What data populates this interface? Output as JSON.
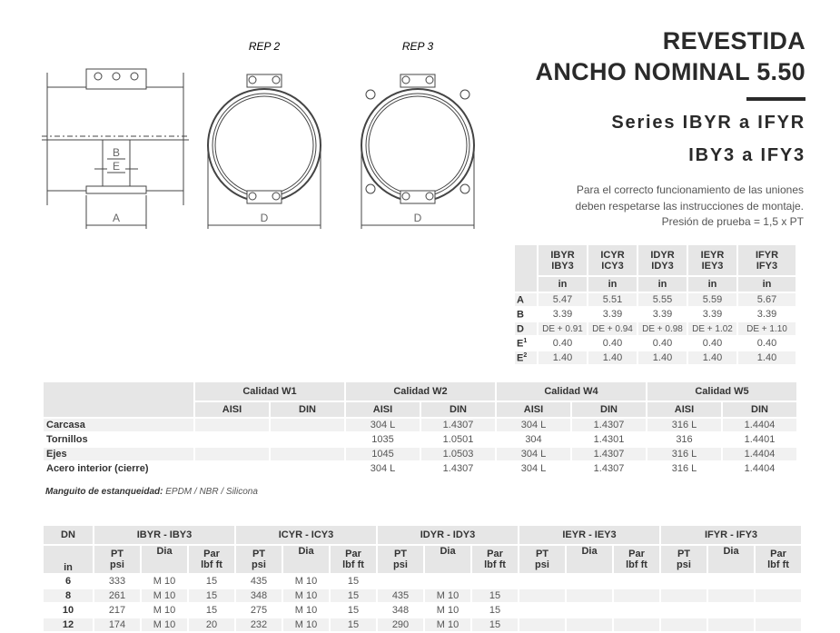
{
  "header": {
    "title_line1": "REVESTIDA",
    "title_line2": "ANCHO NOMINAL 5.50",
    "series_line1": "Series IBYR a IFYR",
    "series_line2": "IBY3 a IFY3",
    "note_lines": [
      "Para el correcto funcionamiento de las uniones",
      "deben respetarse las instrucciones de montaje.",
      "Presión de prueba = 1,5 x PT"
    ]
  },
  "drawing": {
    "rep2": "REP 2",
    "rep3": "REP 3",
    "label_a": "A",
    "label_b": "B",
    "label_e": "E",
    "label_d1": "D",
    "label_d2": "D"
  },
  "dimensions": {
    "models": [
      {
        "line1": "IBYR",
        "line2": "IBY3"
      },
      {
        "line1": "ICYR",
        "line2": "ICY3"
      },
      {
        "line1": "IDYR",
        "line2": "IDY3"
      },
      {
        "line1": "IEYR",
        "line2": "IEY3"
      },
      {
        "line1": "IFYR",
        "line2": "IFY3"
      }
    ],
    "unit": "in",
    "rows": [
      {
        "label": "A",
        "sup": "",
        "values": [
          "5.47",
          "5.51",
          "5.55",
          "5.59",
          "5.67"
        ]
      },
      {
        "label": "B",
        "sup": "",
        "values": [
          "3.39",
          "3.39",
          "3.39",
          "3.39",
          "3.39"
        ]
      },
      {
        "label": "D",
        "sup": "",
        "values": [
          "DE + 0.91",
          "DE + 0.94",
          "DE + 0.98",
          "DE + 1.02",
          "DE + 1.10"
        ]
      },
      {
        "label": "E",
        "sup": "1",
        "values": [
          "0.40",
          "0.40",
          "0.40",
          "0.40",
          "0.40"
        ]
      },
      {
        "label": "E",
        "sup": "2",
        "values": [
          "1.40",
          "1.40",
          "1.40",
          "1.40",
          "1.40"
        ]
      }
    ]
  },
  "materials": {
    "qualities": [
      "Calidad W1",
      "Calidad W2",
      "Calidad W4",
      "Calidad W5"
    ],
    "sub_headers": [
      "AISI",
      "DIN"
    ],
    "rows": [
      {
        "label": "Carcasa",
        "values": [
          "",
          "",
          "304 L",
          "1.4307",
          "304 L",
          "1.4307",
          "316 L",
          "1.4404"
        ]
      },
      {
        "label": "Tornillos",
        "values": [
          "",
          "",
          "1035",
          "1.0501",
          "304",
          "1.4301",
          "316",
          "1.4401"
        ]
      },
      {
        "label": "Ejes",
        "values": [
          "",
          "",
          "1045",
          "1.0503",
          "304 L",
          "1.4307",
          "316 L",
          "1.4404"
        ]
      },
      {
        "label": "Acero interior (cierre)",
        "values": [
          "",
          "",
          "304 L",
          "1.4307",
          "304 L",
          "1.4307",
          "316 L",
          "1.4404"
        ]
      }
    ],
    "sleeve_label": "Manguito de estanqueidad:",
    "sleeve_value": "EPDM / NBR / Silicona"
  },
  "dn_table": {
    "dn_header": "DN",
    "dn_unit": "in",
    "groups": [
      "IBYR - IBY3",
      "ICYR - ICY3",
      "IDYR - IDY3",
      "IEYR - IEY3",
      "IFYR - IFY3"
    ],
    "cols": [
      {
        "l1": "PT",
        "l2": "psi"
      },
      {
        "l1": "Dia",
        "l2": ""
      },
      {
        "l1": "Par",
        "l2": "lbf ft"
      }
    ],
    "rows": [
      {
        "dn": "6",
        "values": [
          "333",
          "M 10",
          "15",
          "435",
          "M 10",
          "15",
          "",
          "",
          "",
          "",
          "",
          "",
          "",
          "",
          ""
        ]
      },
      {
        "dn": "8",
        "values": [
          "261",
          "M 10",
          "15",
          "348",
          "M 10",
          "15",
          "435",
          "M 10",
          "15",
          "",
          "",
          "",
          "",
          "",
          ""
        ]
      },
      {
        "dn": "10",
        "values": [
          "217",
          "M 10",
          "15",
          "275",
          "M 10",
          "15",
          "348",
          "M 10",
          "15",
          "",
          "",
          "",
          "",
          "",
          ""
        ]
      },
      {
        "dn": "12",
        "values": [
          "174",
          "M 10",
          "20",
          "232",
          "M 10",
          "15",
          "290",
          "M 10",
          "15",
          "",
          "",
          "",
          "",
          "",
          ""
        ]
      }
    ]
  }
}
